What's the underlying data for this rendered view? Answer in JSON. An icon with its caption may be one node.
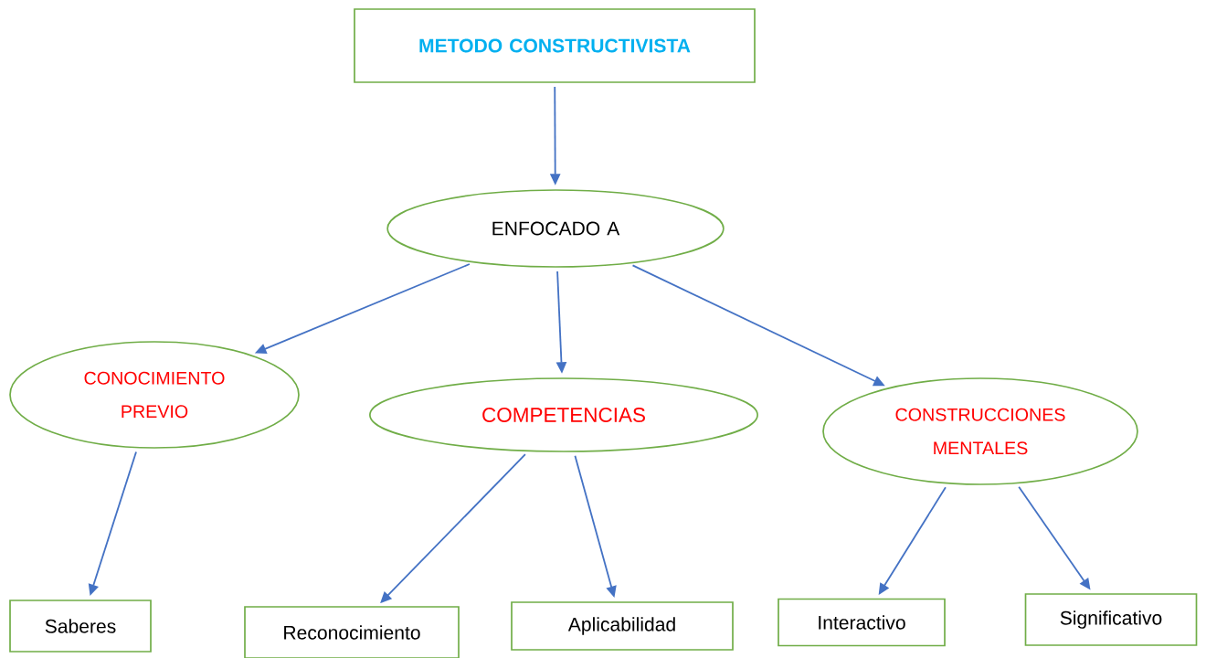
{
  "diagram": {
    "nodes": [
      {
        "text": [
          "METODO CONSTRUCTIVISTA"
        ]
      },
      {
        "text": [
          "ENFOCADO A"
        ]
      },
      {
        "text": [
          "CONOCIMIENTO PREVIO"
        ]
      },
      {
        "text": [
          "COMPETENCIAS"
        ]
      },
      {
        "text": [
          "CONSTRUCCIONES MENTALES"
        ]
      },
      {
        "text": [
          "Saberes"
        ]
      },
      {
        "text": [
          "Reconocimiento"
        ]
      },
      {
        "text": [
          "Aplicabilidad"
        ]
      },
      {
        "text": [
          "Interactivo"
        ]
      },
      {
        "text": [
          "Significativo"
        ]
      }
    ],
    "edges": [
      {
        "from": 0,
        "to": 1,
        "arrow": "to"
      },
      {
        "from": 1,
        "to": 2,
        "arrow": "to"
      },
      {
        "from": 1,
        "to": 3,
        "arrow": "to"
      },
      {
        "from": 1,
        "to": 4,
        "arrow": "to"
      },
      {
        "from": 2,
        "to": 5,
        "arrow": "to"
      },
      {
        "from": 3,
        "to": 6,
        "arrow": "to"
      },
      {
        "from": 3,
        "to": 7,
        "arrow": "to"
      },
      {
        "from": 4,
        "to": 8,
        "arrow": "to"
      },
      {
        "from": 4,
        "to": 9,
        "arrow": "to"
      }
    ]
  }
}
